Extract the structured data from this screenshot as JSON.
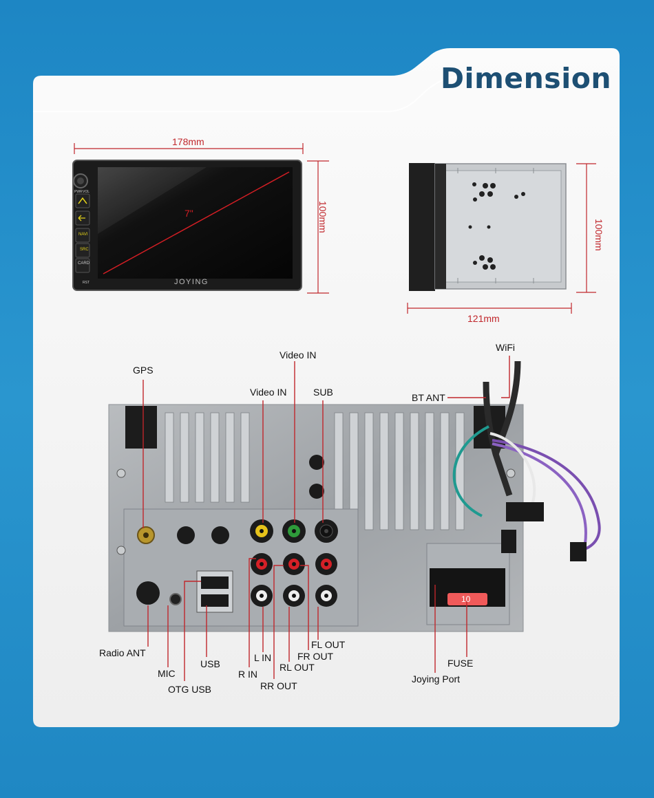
{
  "title": "Dimension",
  "front_view": {
    "width_label": "178mm",
    "height_label": "100mm",
    "diagonal_label": "7\"",
    "brand": "JOYING",
    "buttons": [
      "NAVI",
      "SRC",
      "CARD"
    ],
    "small_labels": [
      "PWR",
      "VOL",
      "RST"
    ]
  },
  "side_view": {
    "depth_label": "121mm",
    "height_label": "100mm"
  },
  "rear_view": {
    "labels": {
      "gps": "GPS",
      "video_in_top": "Video IN",
      "video_in": "Video IN",
      "sub": "SUB",
      "wifi": "WiFi",
      "bt_ant": "BT ANT",
      "radio_ant": "Radio ANT",
      "mic": "MIC",
      "otg_usb": "OTG USB",
      "usb": "USB",
      "r_in": "R IN",
      "l_in": "L IN",
      "rr_out": "RR OUT",
      "rl_out": "RL OUT",
      "fr_out": "FR OUT",
      "fl_out": "FL OUT",
      "fuse": "FUSE",
      "joying_port": "Joying Port"
    },
    "fuse_value": "10"
  },
  "colors": {
    "background": "#1f8bc8",
    "title": "#1d4f73",
    "dimension_line": "#c0262b",
    "card": "#f3f3f3"
  }
}
